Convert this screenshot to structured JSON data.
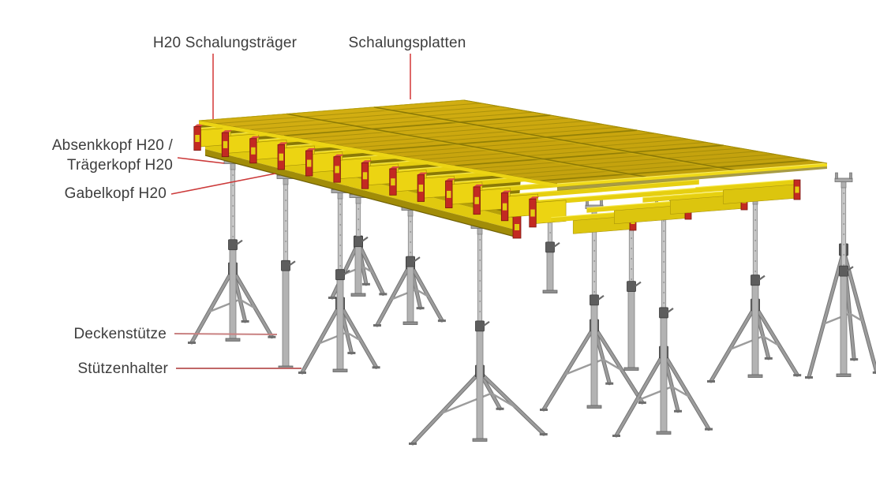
{
  "figure": {
    "labels": {
      "schalungstraeger": "H20 Schalungsträger",
      "schalungsplatten": "Schalungsplatten",
      "absenkkopf_line1": "Absenkkopf H20 /",
      "absenkkopf_line2": "Trägerkopf H20",
      "gabelkopf": "Gabelkopf H20",
      "deckenstuetze": "Deckenstütze",
      "stuetzenhalter": "Stützenhalter"
    },
    "colors": {
      "background": "#ffffff",
      "text": "#3d3d3d",
      "deck_top": "#c9a50e",
      "deck_top_light": "#d7b314",
      "deck_seam": "#8f7d06",
      "beam_yellow": "#ecd412",
      "beam_highlight": "#f6e84c",
      "girder_top": "#b6a009",
      "girder_side": "#e0c90f",
      "under_shadow": "#8a7906",
      "end_cap_red": "#c32a22",
      "end_cap_dark": "#7c1410",
      "prop_gray": "#b3b3b3",
      "prop_light": "#c6c6c6",
      "prop_dark": "#565656",
      "tripod_gray": "#9c9c9c",
      "leader_red": "#d64242",
      "leader_mid": "#cc3a3a",
      "leader_soft": "#c98282",
      "leader_soft2": "#c06767"
    }
  }
}
